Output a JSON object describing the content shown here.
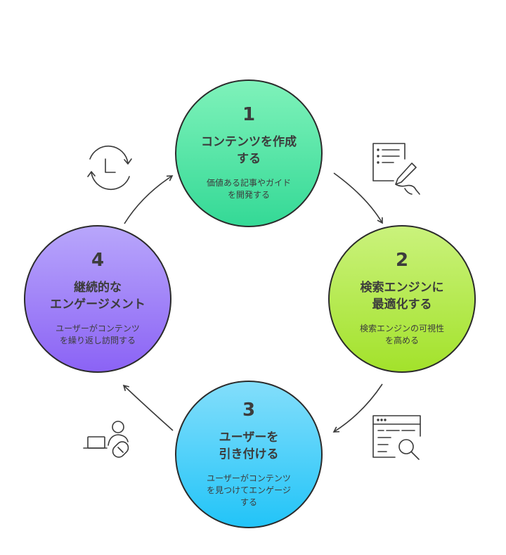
{
  "steps": [
    {
      "number": "1",
      "title": "コンテンツを作成\nする",
      "desc": "価値ある記事やガイド\nを開発する",
      "icon": "document-pen-icon",
      "color": "#34d996"
    },
    {
      "number": "2",
      "title": "検索エンジンに\n最適化する",
      "desc": "検索エンジンの可視性\nを高める",
      "icon": "search-browser-icon",
      "color": "#a3e22b"
    },
    {
      "number": "3",
      "title": "ユーザーを\n引き付ける",
      "desc": "ユーザーがコンテンツ\nを見つけてエンゲージ\nする",
      "icon": "user-laptop-icon",
      "color": "#22c4f8"
    },
    {
      "number": "4",
      "title": "継続的な\nエンゲージメント",
      "desc": "ユーザーがコンテンツ\nを繰り返し訪問する",
      "icon": "clock-cycle-icon",
      "color": "#8b63f5"
    }
  ]
}
